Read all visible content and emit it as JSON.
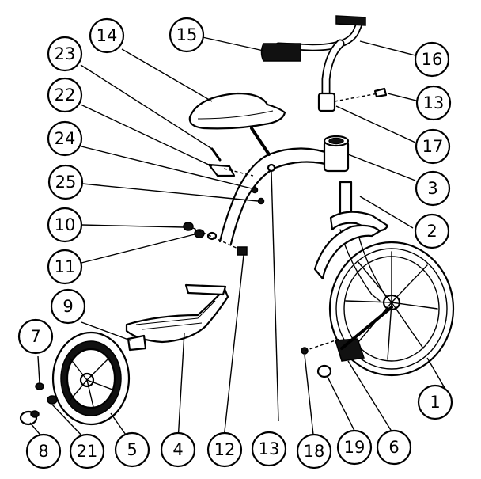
{
  "callouts": [
    {
      "id": "1",
      "label": "1"
    },
    {
      "id": "2",
      "label": "2"
    },
    {
      "id": "3",
      "label": "3"
    },
    {
      "id": "4",
      "label": "4"
    },
    {
      "id": "5",
      "label": "5"
    },
    {
      "id": "6",
      "label": "6"
    },
    {
      "id": "7",
      "label": "7"
    },
    {
      "id": "8",
      "label": "8"
    },
    {
      "id": "9",
      "label": "9"
    },
    {
      "id": "10",
      "label": "10"
    },
    {
      "id": "11",
      "label": "11"
    },
    {
      "id": "12",
      "label": "12"
    },
    {
      "id": "13a",
      "label": "13"
    },
    {
      "id": "13b",
      "label": "13"
    },
    {
      "id": "14",
      "label": "14"
    },
    {
      "id": "15",
      "label": "15"
    },
    {
      "id": "16",
      "label": "16"
    },
    {
      "id": "17",
      "label": "17"
    },
    {
      "id": "18",
      "label": "18"
    },
    {
      "id": "19",
      "label": "19"
    },
    {
      "id": "21",
      "label": "21"
    },
    {
      "id": "22",
      "label": "22"
    },
    {
      "id": "23",
      "label": "23"
    },
    {
      "id": "24",
      "label": "24"
    },
    {
      "id": "25",
      "label": "25"
    }
  ]
}
